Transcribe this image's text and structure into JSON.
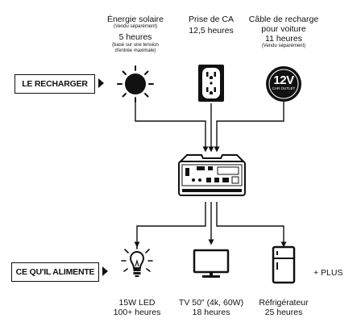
{
  "charge": {
    "banner": "LE RECHARGER",
    "solar": {
      "title": "Énergie solaire",
      "note": "(Vendu séparément)",
      "hours": "5 heures",
      "basis": "(basé sur une tension d'entrée maximale)"
    },
    "ac": {
      "title": "Prise de CA",
      "hours": "12,5 heures"
    },
    "car": {
      "title_line1": "Câble de recharge",
      "title_line2": "pour voiture",
      "hours": "11 heures",
      "note": "(Vendu séparément)",
      "badge_big": "12V",
      "badge_small": "CAR OUTLET"
    }
  },
  "powers": {
    "banner": "CE QU'IL ALIMENTE",
    "plus": "+ PLUS",
    "led": {
      "label": "15W LED",
      "hours": "100+ heures"
    },
    "tv": {
      "label": "TV 50\" (4k, 60W)",
      "hours": "18 heures"
    },
    "fridge": {
      "label": "Réfrigérateur",
      "hours": "25 heures"
    }
  },
  "colors": {
    "ink": "#111111",
    "paper": "#ffffff"
  }
}
